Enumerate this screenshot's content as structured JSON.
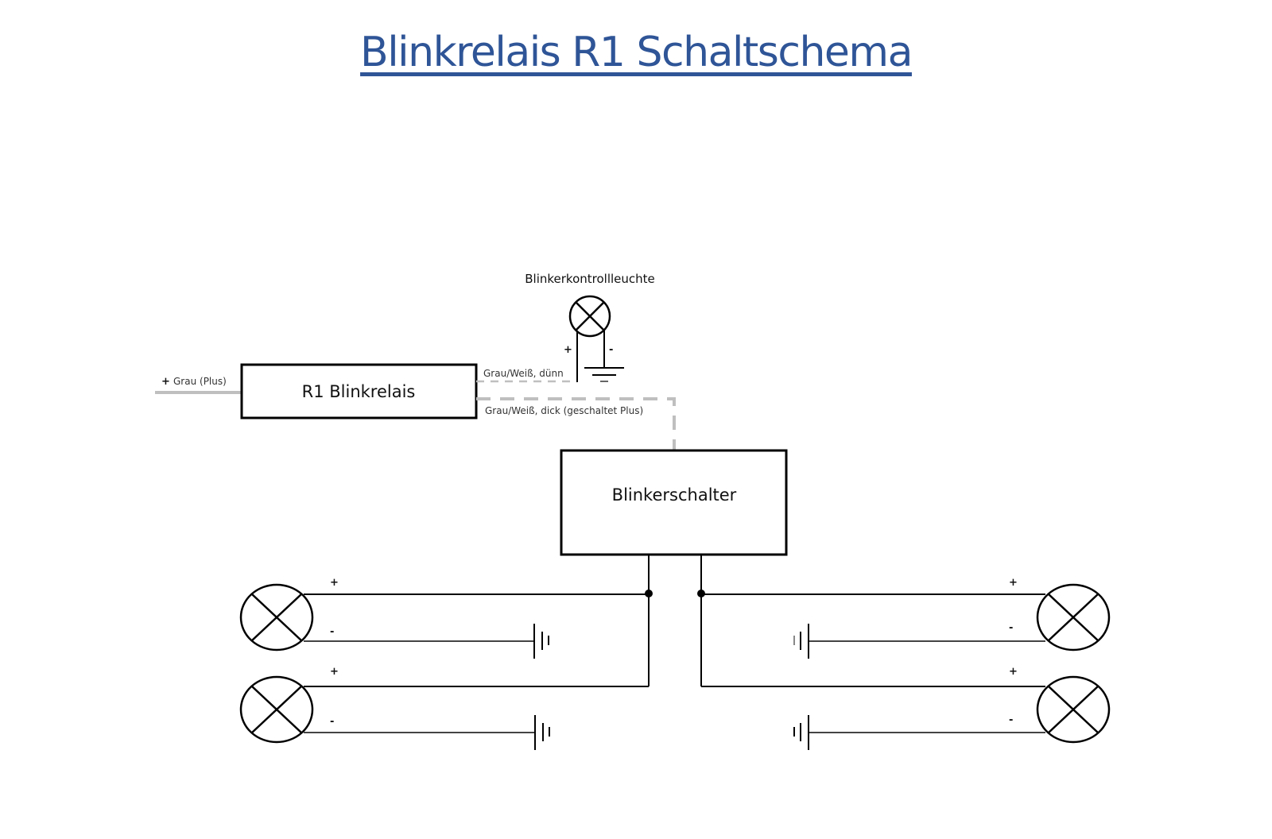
{
  "title": "Blinkrelais R1 Schaltschema",
  "components": {
    "relay": {
      "label": "R1 Blinkrelais"
    },
    "switch": {
      "label": "Blinkerschalter"
    },
    "indicator_lamp": {
      "label": "Blinkerkontrollleuchte",
      "plus": "+",
      "minus": "-"
    }
  },
  "wires": {
    "supply": {
      "sign": "+",
      "label": "Grau (Plus)",
      "color": "#bfbfbf"
    },
    "thin": {
      "label": "Grau/Weiß, dünn",
      "color": "#bfbfbf"
    },
    "thick": {
      "label": "Grau/Weiß, dick (geschaltet Plus)",
      "color": "#bfbfbf"
    }
  },
  "lamps": [
    {
      "side": "left",
      "position": "top",
      "plus": "+",
      "minus": "-"
    },
    {
      "side": "left",
      "position": "bottom",
      "plus": "+",
      "minus": "-"
    },
    {
      "side": "right",
      "position": "top",
      "plus": "+",
      "minus": "-"
    },
    {
      "side": "right",
      "position": "bottom",
      "plus": "+",
      "minus": "-"
    }
  ],
  "colors": {
    "title": "#2f5597",
    "line": "#111111",
    "wire_gray": "#bfbfbf"
  }
}
